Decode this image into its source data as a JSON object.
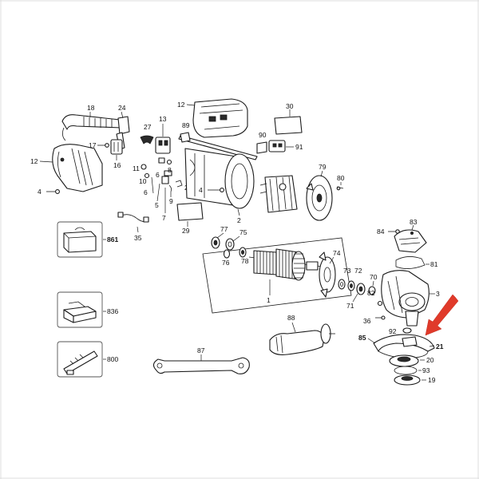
{
  "labels": {
    "p18": "18",
    "p24": "24",
    "p12a": "12",
    "p30": "30",
    "p27": "27",
    "p13": "13",
    "p89": "89",
    "p90": "90",
    "p91": "91",
    "p17": "17",
    "p16": "16",
    "p12b": "12",
    "p11": "11",
    "p10": "10",
    "p6a": "6",
    "p8": "8",
    "p26": "26",
    "p4a": "4",
    "p4b": "4",
    "p79": "79",
    "p80": "80",
    "p5": "5",
    "p9": "9",
    "p6b": "6",
    "p7": "7",
    "p2": "2",
    "p29": "29",
    "p35": "35",
    "p861": "861",
    "p77": "77",
    "p75": "75",
    "p76": "76",
    "p78": "78",
    "p74": "74",
    "p73": "73",
    "p72": "72",
    "p84": "84",
    "p83": "83",
    "p81": "81",
    "p70": "70",
    "p3": "3",
    "p82": "82",
    "p71": "71",
    "p1": "1",
    "p836": "836",
    "p88": "88",
    "p36": "36",
    "p92": "92",
    "p85": "85",
    "p21": "21",
    "p20": "20",
    "p93": "93",
    "p19": "19",
    "p87": "87",
    "p800": "800"
  },
  "colors": {
    "line": "#1a1a1a",
    "highlight_arrow": "#e03a2a"
  },
  "highlighted_part": "21"
}
